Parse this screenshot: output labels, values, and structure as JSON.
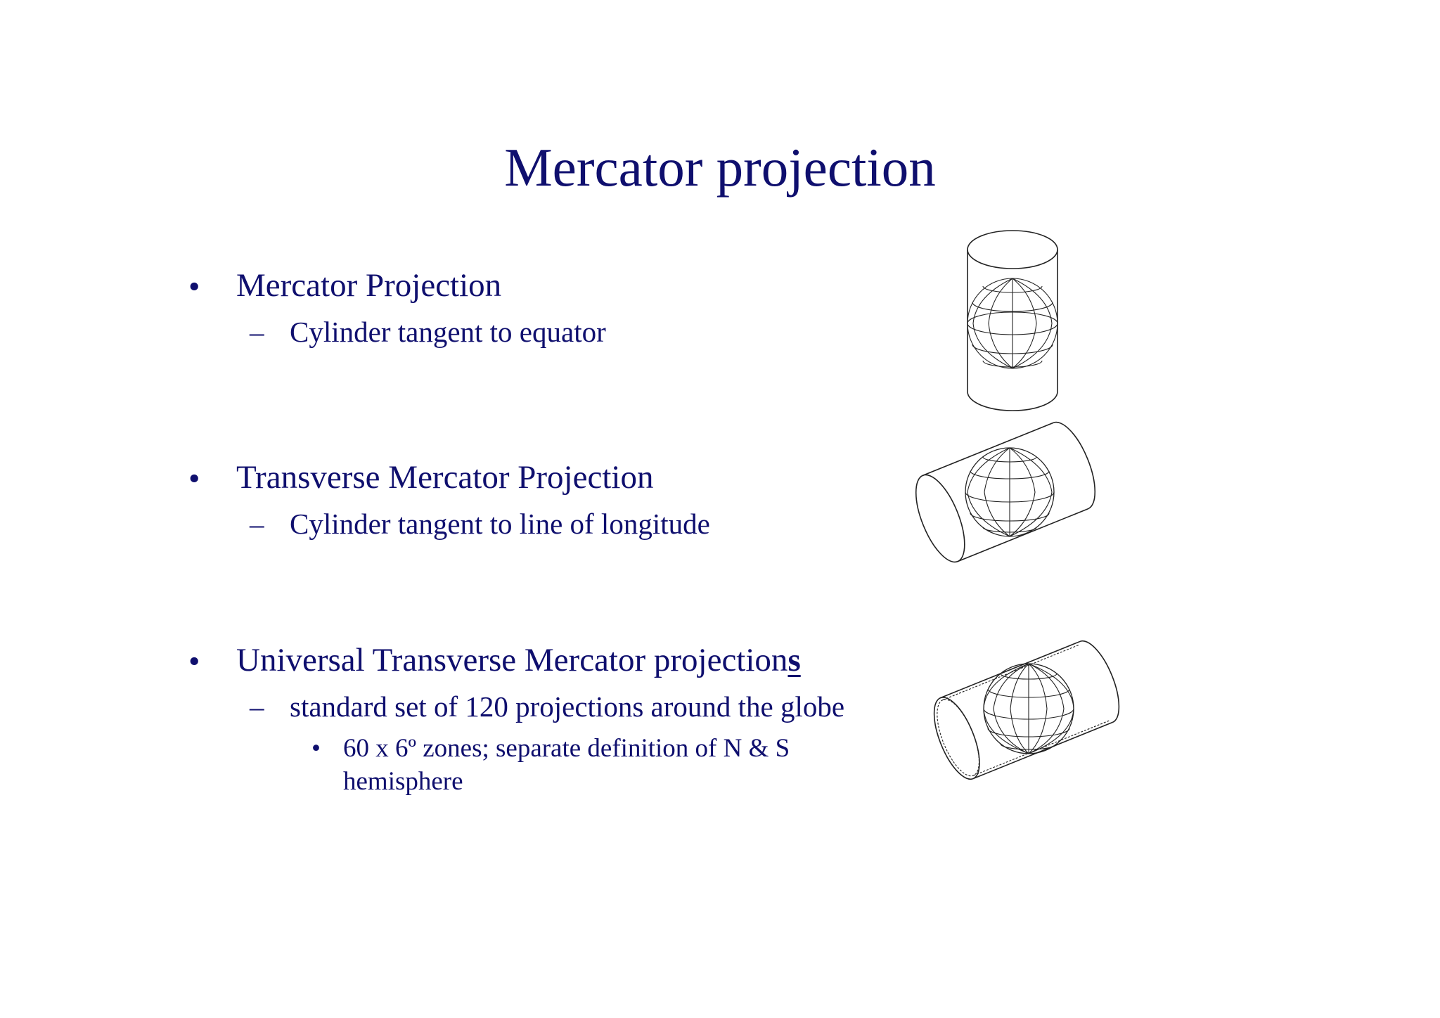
{
  "slide": {
    "title": "Mercator projection",
    "bullets": [
      {
        "marker": "•",
        "text": "Mercator Projection",
        "sub": [
          {
            "marker": "–",
            "text": "Cylinder tangent to equator"
          }
        ]
      },
      {
        "marker": "•",
        "text": "Transverse Mercator Projection",
        "sub": [
          {
            "marker": "–",
            "text": "Cylinder tangent to line of longitude"
          }
        ]
      },
      {
        "marker": "•",
        "text_main": "Universal Transverse Mercator projection",
        "text_underlined": "s",
        "sub": [
          {
            "marker": "–",
            "text": "standard set of 120 projections around the globe",
            "sub": [
              {
                "marker": "•",
                "line1": "60 x 6º zones; separate definition of N & S",
                "line2": "hemisphere"
              }
            ]
          }
        ]
      }
    ],
    "figures": {
      "first": "cylinder-tangent-equator-figure",
      "second": "cylinder-tangent-longitude-figure",
      "third": "cylinder-secant-utm-figure"
    },
    "colors": {
      "text": "#0f0f6e",
      "line_art": "#222222",
      "background": "#ffffff"
    }
  }
}
